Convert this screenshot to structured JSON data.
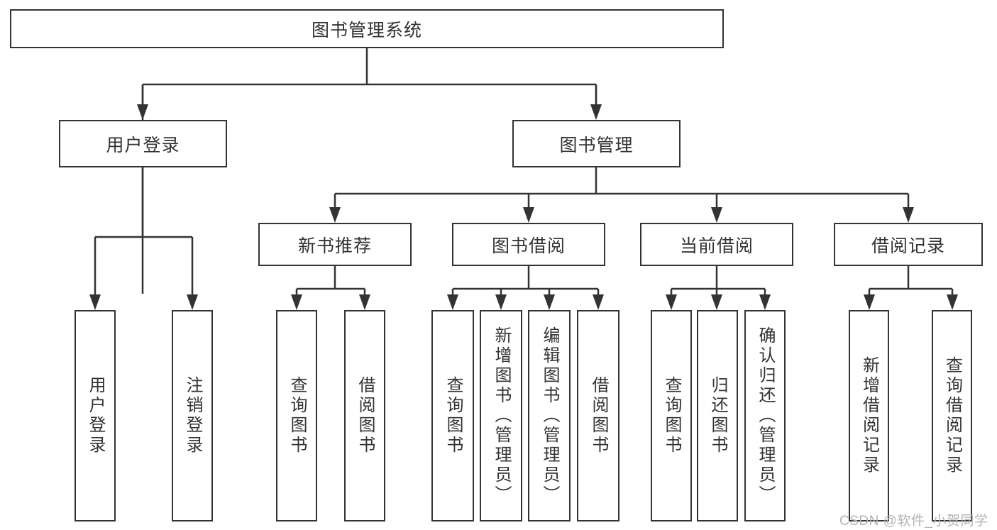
{
  "diagram": {
    "root": {
      "label": "图书管理系统"
    },
    "level2": [
      {
        "label": "用户登录"
      },
      {
        "label": "图书管理"
      }
    ],
    "level3": [
      {
        "label": "新书推荐"
      },
      {
        "label": "图书借阅"
      },
      {
        "label": "当前借阅"
      },
      {
        "label": "借阅记录"
      }
    ],
    "leaves": {
      "login": [
        {
          "label": "用户登录"
        },
        {
          "label": "注销登录"
        }
      ],
      "recommend": [
        {
          "label": "查询图书"
        },
        {
          "label": "借阅图书"
        }
      ],
      "borrow": [
        {
          "label": "查询图书"
        },
        {
          "label": "新增图书（管理员）"
        },
        {
          "label": "编辑图书（管理员）"
        },
        {
          "label": "借阅图书"
        }
      ],
      "current": [
        {
          "label": "查询图书"
        },
        {
          "label": "归还图书"
        },
        {
          "label": "确认归还（管理员）"
        }
      ],
      "records": [
        {
          "label": "新增借阅记录"
        },
        {
          "label": "查询借阅记录"
        }
      ]
    }
  },
  "watermark": "CSDN @软件_小贺同学",
  "colors": {
    "line": "#333333",
    "text": "#333333",
    "watermark_text": "#b3b3b3",
    "background": "#ffffff"
  }
}
